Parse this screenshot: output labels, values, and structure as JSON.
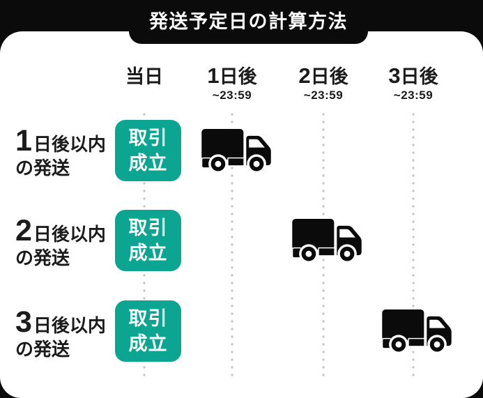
{
  "title_banner": {
    "text": "発送予定日の計算方法"
  },
  "timeline_header": {
    "columns": [
      {
        "number": "",
        "label": "当日",
        "time": ""
      },
      {
        "number": "1",
        "label": "日後",
        "time": "~23:59"
      },
      {
        "number": "2",
        "label": "日後",
        "time": "~23:59"
      },
      {
        "number": "3",
        "label": "日後",
        "time": "~23:59"
      }
    ]
  },
  "rows": [
    {
      "number": "1",
      "label_suffix": "日後以内",
      "label_line2": "の発送",
      "badge": {
        "line1": "取引",
        "line2": "成立"
      },
      "truck_column": "1日後"
    },
    {
      "number": "2",
      "label_suffix": "日後以内",
      "label_line2": "の発送",
      "badge": {
        "line1": "取引",
        "line2": "成立"
      },
      "truck_column": "2日後"
    },
    {
      "number": "3",
      "label_suffix": "日後以内",
      "label_line2": "の発送",
      "badge": {
        "line1": "取引",
        "line2": "成立"
      },
      "truck_column": "3日後"
    }
  ],
  "icons": {
    "truck": "delivery-truck"
  },
  "colors": {
    "accent_teal": "#0BA592",
    "background_black": "#0B0B0B",
    "panel_white": "#FFFFFF",
    "dot_gray": "#C6C6C6",
    "text_black": "#1B1B1B"
  }
}
